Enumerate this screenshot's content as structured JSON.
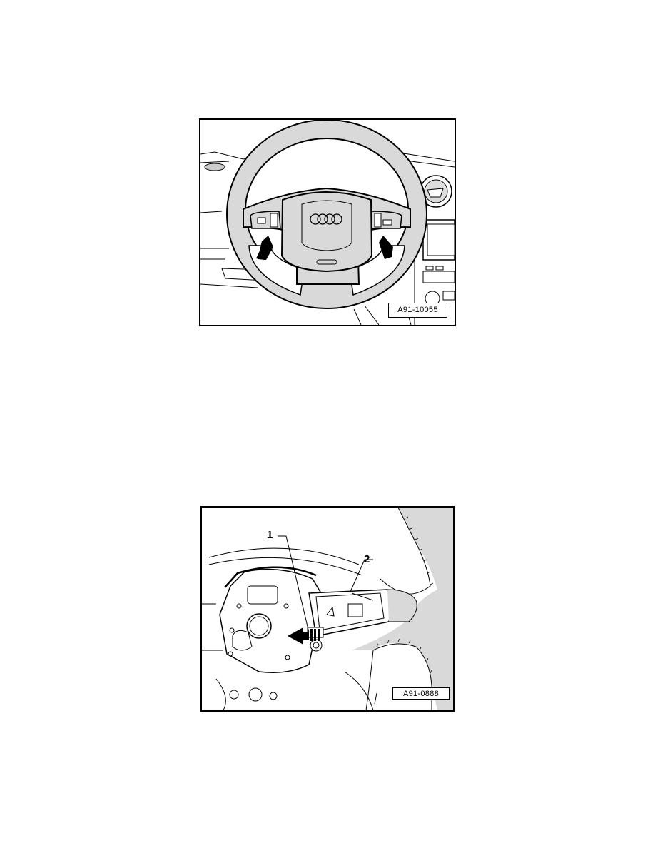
{
  "page": {
    "background": "#ffffff"
  },
  "figures": [
    {
      "id_label": "A91-10055",
      "subject": "steering-wheel-front-view",
      "annotations": [
        "arrow-left-switch",
        "arrow-right-switch"
      ],
      "fill_color": "#d9d9d9"
    },
    {
      "id_label": "A91-0888",
      "subject": "steering-wheel-switch-removal",
      "callouts": [
        {
          "number": "1"
        },
        {
          "number": "2"
        }
      ],
      "fill_color": "#d9d9d9"
    }
  ]
}
